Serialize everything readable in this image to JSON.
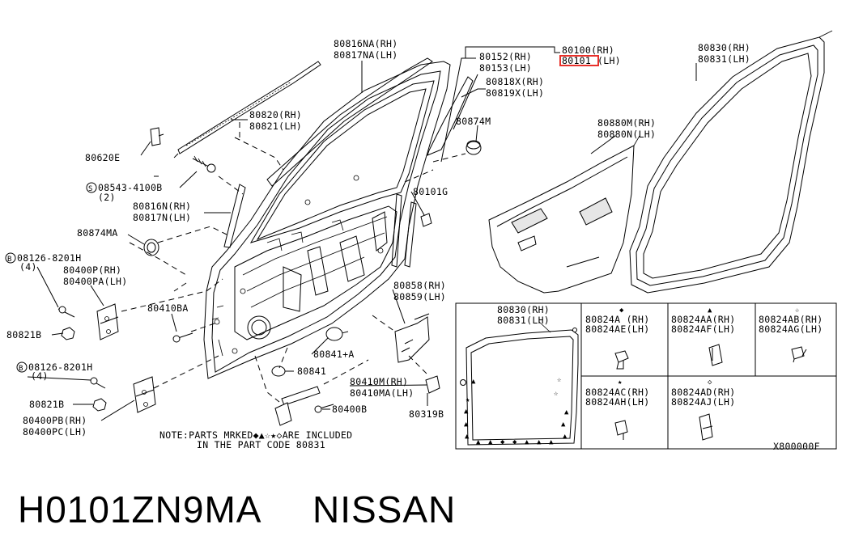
{
  "labels": {
    "p80816NA_rh": "80816NA(RH)",
    "p80817NA_lh": "80817NA(LH)",
    "p80152_rh": "80152(RH)",
    "p80153_lh": "80153(LH)",
    "p80100_rh": "80100(RH)",
    "p80101_lh_code": "80101",
    "p80101_lh_suffix": "(LH)",
    "p80830_rh_top": "80830(RH)",
    "p80831_lh_top": "80831(LH)",
    "p80818X_rh": "80818X(RH)",
    "p80819X_lh": "80819X(LH)",
    "p80874M": "80874M",
    "p80820_rh": "80820(RH)",
    "p80821_lh": "80821(LH)",
    "p80620E": "80620E",
    "p08543": "08543-4100B",
    "p08543_qty": "(2)",
    "p80880M_rh": "80880M(RH)",
    "p80880N_lh": "80880N(LH)",
    "p80101G": "80101G",
    "p80816N_rh": "80816N(RH)",
    "p80817N_lh": "80817N(LH)",
    "p80874MA": "80874MA",
    "p08126_a": "08126-8201H",
    "p08126_a_qty": "(4)",
    "p80400P_rh": "80400P(RH)",
    "p80400PA_lh": "80400PA(LH)",
    "p80410BA": "80410BA",
    "p80821B_a": "80821B",
    "p80858_rh": "80858(RH)",
    "p80859_lh": "80859(LH)",
    "p80841A": "80841+A",
    "p08126_b": "08126-8201H",
    "p08126_b_qty": "(4)",
    "p80841": "80841",
    "p80410M_rh": "80410M(RH)",
    "p80410MA_lh": "80410MA(LH)",
    "p80821B_b": "80821B",
    "p80400B": "80400B",
    "p80319B": "80319B",
    "p80400PB_rh": "80400PB(RH)",
    "p80400PC_lh": "80400PC(LH)",
    "note_line1": "NOTE:PARTS MRKED◆▲☆★◇ARE INCLUDED",
    "note_line2": "IN THE PART CODE 80831",
    "inset_80830_rh": "80830(RH)",
    "inset_80831_lh": "80831(LH)",
    "c1_symbol": "◆",
    "c1_rh": "80824A (RH)",
    "c1_lh": "80824AE(LH)",
    "c2_symbol": "▲",
    "c2_rh": "80824AA(RH)",
    "c2_lh": "80824AF(LH)",
    "c3_symbol": "☆",
    "c3_rh": "80824AB(RH)",
    "c3_lh": "80824AG(LH)",
    "c4_symbol": "★",
    "c4_rh": "80824AC(RH)",
    "c4_lh": "80824AH(LH)",
    "c5_symbol": "◇",
    "c5_rh": "80824AD(RH)",
    "c5_lh": "80824AJ(LH)",
    "diagram_code": "X800000F"
  },
  "footer": {
    "part_number": "H0101ZN9MA",
    "brand": "NISSAN"
  },
  "colors": {
    "line": "#000000",
    "highlight_box": "#e8302a",
    "background": "#ffffff"
  }
}
